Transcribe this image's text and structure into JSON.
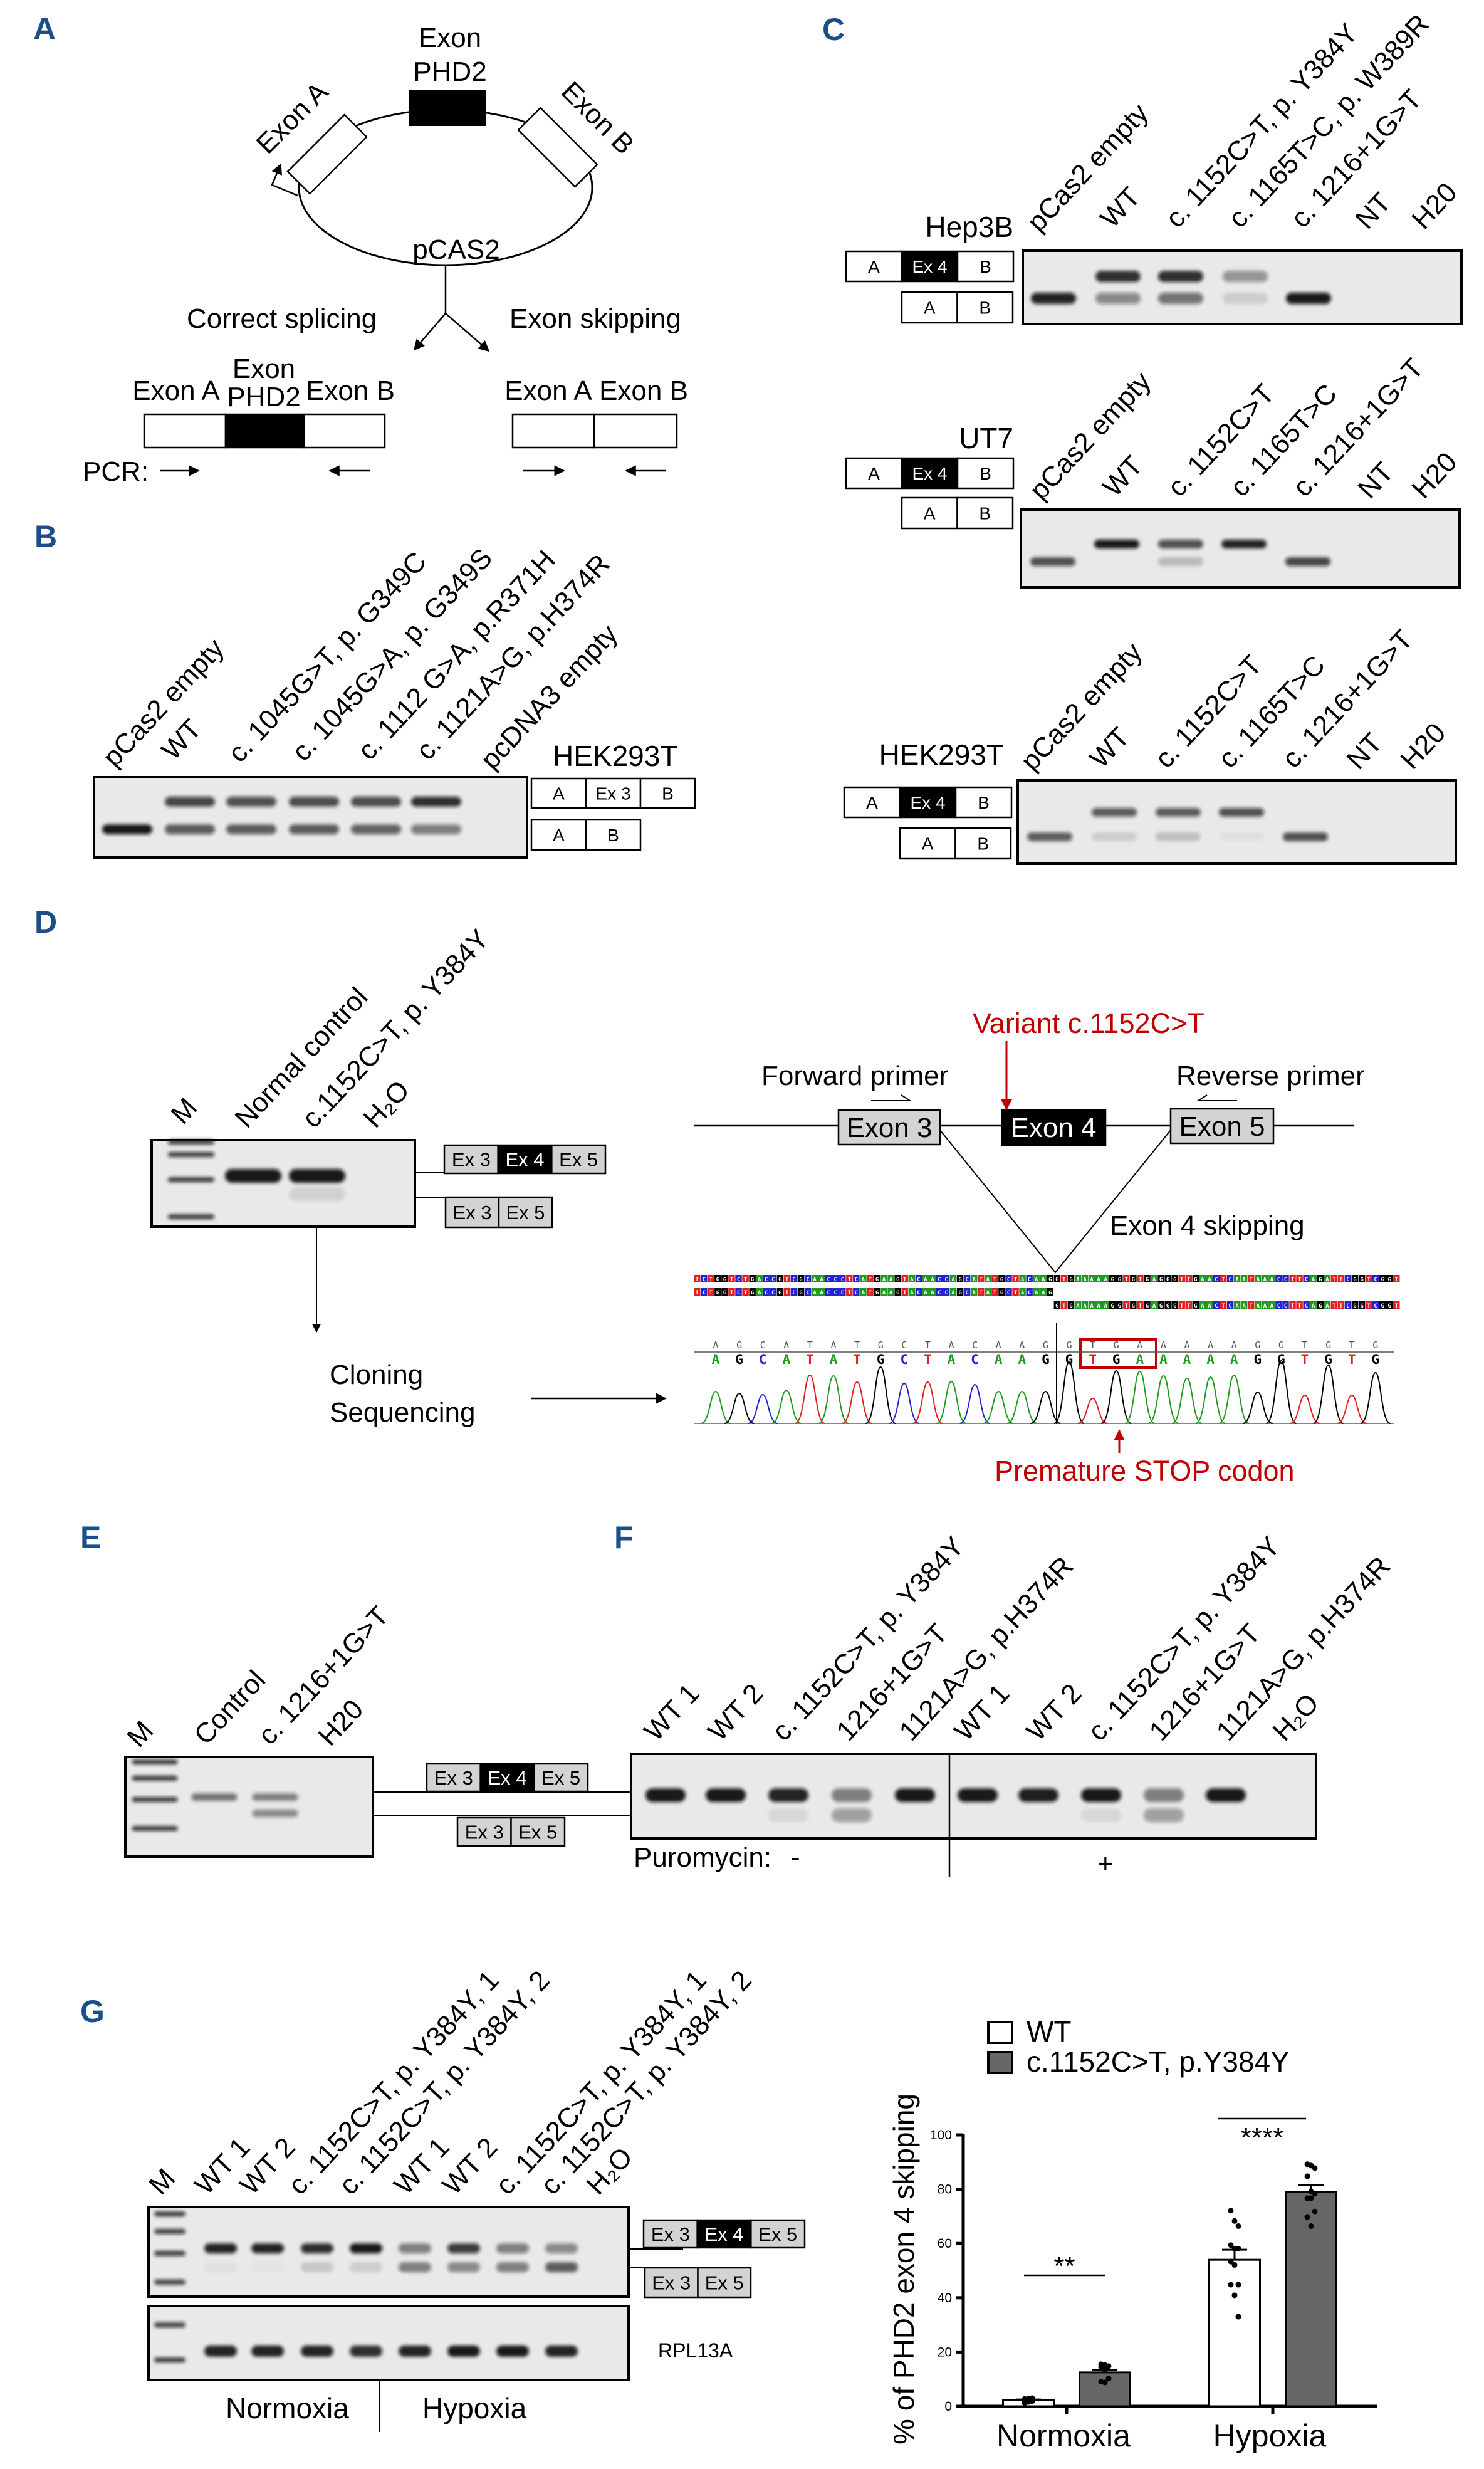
{
  "colors": {
    "panel_label": "#1a4f8a",
    "annotation_red": "#c00000",
    "gel_background": "#e9e9e9",
    "band": "#111111",
    "exon_white": "#ffffff",
    "exon_gray": "#d3d3d3",
    "exon_black": "#000000",
    "base_A": "#1e9a1e",
    "base_C": "#2323d0",
    "base_G": "#000000",
    "base_T": "#e02020"
  },
  "panel_a": {
    "label": "A",
    "plasmid_exon_line1": "Exon",
    "plasmid_exon_line2": "PHD2",
    "exon_a": "Exon A",
    "exon_b": "Exon B",
    "plasmid_name": "pCAS2",
    "outcome_correct": "Correct splicing",
    "outcome_skipping": "Exon skipping",
    "correct_construct": {
      "exon_a": "Exon A",
      "exon_mid_line1": "Exon",
      "exon_mid_line2": "PHD2",
      "exon_b": "Exon B"
    },
    "skipping_construct": {
      "exon_a": "Exon A",
      "exon_b": "Exon B"
    },
    "pcr_label": "PCR:"
  },
  "panel_b": {
    "label": "B",
    "cell_line": "HEK293T",
    "construct_full": [
      "A",
      "Ex 3",
      "B"
    ],
    "construct_skipped": [
      "A",
      "B"
    ],
    "lanes": [
      {
        "name": "pCas2 empty",
        "upper": 0,
        "lower": 0.95
      },
      {
        "name": "WT",
        "upper": 0.75,
        "lower": 0.65
      },
      {
        "name": "c. 1045G>T, p. G349C",
        "upper": 0.7,
        "lower": 0.65
      },
      {
        "name": "c. 1045G>A, p. G349S",
        "upper": 0.72,
        "lower": 0.65
      },
      {
        "name": "c. 1112 G>A, p.R371H",
        "upper": 0.72,
        "lower": 0.62
      },
      {
        "name": "c. 1121A>G, p.H374R",
        "upper": 0.85,
        "lower": 0.5
      },
      {
        "name": "pcDNA3 empty",
        "upper": 0,
        "lower": 0
      }
    ]
  },
  "panel_c": {
    "label": "C",
    "blots": [
      {
        "cell_line": "Hep3B",
        "construct_full": [
          "A",
          "Ex 4",
          "B"
        ],
        "construct_skipped": [
          "A",
          "B"
        ],
        "lanes": [
          {
            "name": "pCas2 empty",
            "upper": 0,
            "lower": 0.9
          },
          {
            "name": "WT",
            "upper": 0.85,
            "lower": 0.45
          },
          {
            "name": "c. 1152C>T, p. Y384Y",
            "upper": 0.85,
            "lower": 0.55
          },
          {
            "name": "c. 1165T>C, p. W389R",
            "upper": 0.4,
            "lower": 0.12
          },
          {
            "name": "c. 1216+1G>T",
            "upper": 0,
            "lower": 0.95
          },
          {
            "name": "NT",
            "upper": 0,
            "lower": 0
          },
          {
            "name": "H20",
            "upper": 0,
            "lower": 0
          }
        ]
      },
      {
        "cell_line": "UT7",
        "construct_full": [
          "A",
          "Ex 4",
          "B"
        ],
        "construct_skipped": [
          "A",
          "B"
        ],
        "lanes": [
          {
            "name": "pCas2 empty",
            "upper": 0,
            "lower": 0.7
          },
          {
            "name": "WT",
            "upper": 0.95,
            "lower": 0
          },
          {
            "name": "c. 1152C>T",
            "upper": 0.7,
            "lower": 0.2
          },
          {
            "name": "c. 1165T>C",
            "upper": 0.9,
            "lower": 0
          },
          {
            "name": "c. 1216+1G>T",
            "upper": 0,
            "lower": 0.75
          },
          {
            "name": "NT",
            "upper": 0,
            "lower": 0
          },
          {
            "name": "H20",
            "upper": 0,
            "lower": 0
          }
        ]
      },
      {
        "cell_line": "HEK293T",
        "construct_full": [
          "A",
          "Ex 4",
          "B"
        ],
        "construct_skipped": [
          "A",
          "B"
        ],
        "lanes": [
          {
            "name": "pCas2 empty",
            "upper": 0,
            "lower": 0.65
          },
          {
            "name": "WT",
            "upper": 0.65,
            "lower": 0.12
          },
          {
            "name": "c. 1152C>T",
            "upper": 0.65,
            "lower": 0.18
          },
          {
            "name": "c. 1165T>C",
            "upper": 0.7,
            "lower": 0.04
          },
          {
            "name": "c. 1216+1G>T",
            "upper": 0,
            "lower": 0.7
          },
          {
            "name": "NT",
            "upper": 0,
            "lower": 0
          },
          {
            "name": "H20",
            "upper": 0,
            "lower": 0
          }
        ]
      }
    ]
  },
  "panel_d": {
    "label": "D",
    "lanes": [
      {
        "name": "M",
        "ladder": true,
        "upper": 0,
        "lower": 0
      },
      {
        "name": "Normal control",
        "upper": 0.95,
        "lower": 0
      },
      {
        "name": "c.1152C>T, p. Y384Y",
        "upper": 0.95,
        "lower": 0.1
      },
      {
        "name": "H₂O",
        "upper": 0,
        "lower": 0
      }
    ],
    "construct_full": [
      "Ex 3",
      "Ex 4",
      "Ex 5"
    ],
    "construct_skipped": [
      "Ex 3",
      "Ex 5"
    ],
    "workflow_line1": "Cloning",
    "workflow_line2": "Sequencing",
    "variant_label": "Variant c.1152C>T",
    "forward_primer": "Forward primer",
    "reverse_primer": "Reverse primer",
    "exons": [
      "Exon 3",
      "Exon 4",
      "Exon 5"
    ],
    "skipping_label": "Exon 4 skipping",
    "sequence_reference": "TCTGGTCTGACCGTCGCAACCCTCATGAAGTACAACCAGCATATGCTACAAGGTGAAAAAGGTGTGAGGGTTGAACTCAATAAACCTTCAGATTCGGTCGGT",
    "sequence_exon3_part": "TCTGGTCTGACCGTCGCAACCCTCATGAAGTACAACCAGCATATGCTACAAG",
    "sequence_exon5_part": "GTGAAAAAGGTGTGAGGGTTGAACTCAATAAACCTTCAGATTCGGTCGGT",
    "base_calls": "AGCATATGCTACAAGGTGAAAAAGGTGTG",
    "peak_heights": [
      0.51,
      0.48,
      0.46,
      0.53,
      0.77,
      0.76,
      0.66,
      0.9,
      0.64,
      0.66,
      0.67,
      0.62,
      0.51,
      0.51,
      0.51,
      0.98,
      0.4,
      0.84,
      0.83,
      0.76,
      0.72,
      0.74,
      0.77,
      0.5,
      1.0,
      0.45,
      0.93,
      0.45,
      0.81
    ],
    "stop_codon": "TGA",
    "stop_label": "Premature STOP codon"
  },
  "panel_e": {
    "label": "E",
    "lanes": [
      {
        "name": "M",
        "ladder": true,
        "upper": 0,
        "lower": 0
      },
      {
        "name": "Control",
        "upper": 0.55,
        "lower": 0
      },
      {
        "name": "c. 1216+1G>T",
        "upper": 0.5,
        "lower": 0.45
      },
      {
        "name": "H20",
        "upper": 0,
        "lower": 0
      }
    ],
    "construct_full": [
      "Ex 3",
      "Ex 4",
      "Ex 5"
    ],
    "construct_skipped": [
      "Ex 3",
      "Ex 5"
    ]
  },
  "panel_f": {
    "label": "F",
    "lanes": [
      {
        "name": "WT 1",
        "upper": 0.95,
        "lower": 0
      },
      {
        "name": "WT 2",
        "upper": 0.95,
        "lower": 0
      },
      {
        "name": "c. 1152C>T, p. Y384Y",
        "upper": 0.9,
        "lower": 0.08
      },
      {
        "name": "1216+1G>T",
        "upper": 0.5,
        "lower": 0.35
      },
      {
        "name": "1121A>G, p.H374R",
        "upper": 0.95,
        "lower": 0
      },
      {
        "name": "WT 1",
        "upper": 0.95,
        "lower": 0
      },
      {
        "name": "WT 2",
        "upper": 0.92,
        "lower": 0
      },
      {
        "name": "c. 1152C>T, p. Y384Y",
        "upper": 0.95,
        "lower": 0.08
      },
      {
        "name": "1216+1G>T",
        "upper": 0.5,
        "lower": 0.35
      },
      {
        "name": "1121A>G, p.H374R",
        "upper": 0.95,
        "lower": 0
      },
      {
        "name": "H₂O",
        "upper": 0,
        "lower": 0
      }
    ],
    "puromycin_label": "Puromycin:",
    "minus": "-",
    "plus": "+"
  },
  "panel_g": {
    "label": "G",
    "lanes": [
      {
        "name": "M",
        "ladder": true,
        "upper": 0,
        "lower": 0,
        "rpl13a": 0
      },
      {
        "name": "WT 1",
        "upper": 0.9,
        "lower": 0.04,
        "rpl13a": 0.9
      },
      {
        "name": "WT 2",
        "upper": 0.9,
        "lower": 0.03,
        "rpl13a": 0.9
      },
      {
        "name": "c. 1152C>T, p. Y384Y, 1",
        "upper": 0.85,
        "lower": 0.15,
        "rpl13a": 0.9
      },
      {
        "name": "c. 1152C>T, p. Y384Y, 2",
        "upper": 0.95,
        "lower": 0.12,
        "rpl13a": 0.85
      },
      {
        "name": "WT 1",
        "upper": 0.5,
        "lower": 0.5,
        "rpl13a": 0.9
      },
      {
        "name": "WT 2",
        "upper": 0.8,
        "lower": 0.45,
        "rpl13a": 0.95
      },
      {
        "name": "c. 1152C>T, p. Y384Y, 1",
        "upper": 0.5,
        "lower": 0.5,
        "rpl13a": 0.95
      },
      {
        "name": "c. 1152C>T, p. Y384Y, 2",
        "upper": 0.45,
        "lower": 0.65,
        "rpl13a": 0.9
      },
      {
        "name": "H₂O",
        "upper": 0,
        "lower": 0,
        "rpl13a": 0
      }
    ],
    "construct_full": [
      "Ex 3",
      "Ex 4",
      "Ex 5"
    ],
    "construct_skipped": [
      "Ex 3",
      "Ex 5"
    ],
    "loading_control": "RPL13A",
    "conditions": [
      "Normoxia",
      "Hypoxia"
    ]
  },
  "chart_data": {
    "type": "bar",
    "title": "",
    "xlabel": "",
    "ylabel": "% of PHD2 exon 4 skipping",
    "categories": [
      "Normoxia",
      "Hypoxia"
    ],
    "ylim": [
      0,
      100
    ],
    "yticks": [
      0,
      20,
      40,
      60,
      80,
      100
    ],
    "grid": false,
    "legend": "top-left",
    "series": [
      {
        "name": "WT",
        "color": "#ffffff",
        "values": [
          2.2,
          54.0
        ],
        "sem": [
          0.3,
          3.7
        ],
        "points": [
          [
            1.2,
            1.6,
            1.9,
            2.1,
            2.3,
            2.5,
            2.7,
            2.8,
            3.0
          ],
          [
            72.1,
            68.3,
            66.4,
            59.4,
            58.1,
            58.1,
            53.3,
            52.1,
            44.8,
            44.8,
            40.9,
            33.0
          ]
        ]
      },
      {
        "name": "c.1152C>T, p.Y384Y",
        "color": "#666666",
        "values": [
          12.5,
          79.0
        ],
        "sem": [
          0.8,
          2.4
        ],
        "points": [
          [
            15.5,
            15.2,
            14.8,
            14.4,
            13.5,
            10.2,
            9.1,
            8.8
          ],
          [
            89.2,
            88.7,
            87.8,
            84.8,
            79.1,
            78.3,
            76.7,
            76.7,
            71.8,
            69.8,
            66.4
          ]
        ]
      }
    ],
    "significance": [
      {
        "category": "Normoxia",
        "label": "**"
      },
      {
        "category": "Hypoxia",
        "label": "****"
      }
    ]
  }
}
